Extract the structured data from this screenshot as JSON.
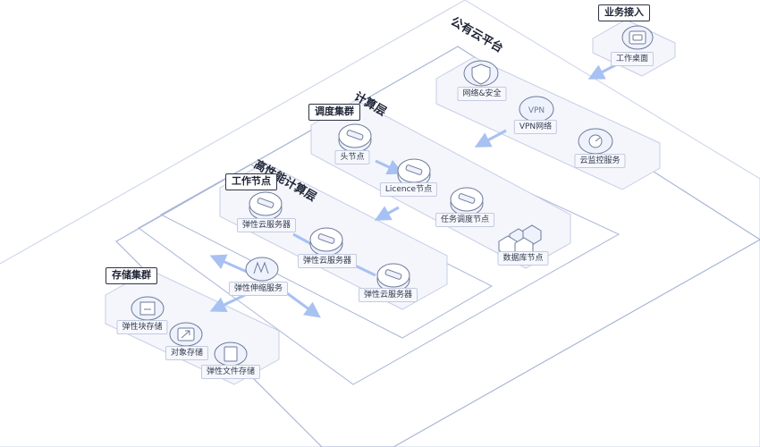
{
  "layers": {
    "public_cloud": "公有云平台",
    "compute": "计算层",
    "hpc": "高性能计算层"
  },
  "groups": {
    "business_access": "业务接入",
    "scheduling_cluster": "调度集群",
    "work_nodes": "工作节点",
    "storage_cluster": "存储集群"
  },
  "nodes": {
    "workspace": "工作桌面",
    "network_security": "网络&安全",
    "vpn": "VPN网络",
    "cloud_monitor": "云监控服务",
    "head_node": "头节点",
    "licence_node": "Licence节点",
    "task_scheduler": "任务调度节点",
    "database_node": "数据库节点",
    "ecs_1": "弹性云服务器",
    "ecs_2": "弹性云服务器",
    "ecs_3": "弹性云服务器",
    "auto_scaling": "弹性伸缩服务",
    "block_storage": "弹性块存储",
    "object_storage": "对象存储",
    "file_storage": "弹性文件存储"
  },
  "icon_text": {
    "vpn": "VPN"
  },
  "colors": {
    "line": "#a9b6da",
    "arrow": "#a7c1f2",
    "node_fill": "#eef2fc",
    "node_stroke": "#6f7a99",
    "tag_border": "#2e3446"
  }
}
